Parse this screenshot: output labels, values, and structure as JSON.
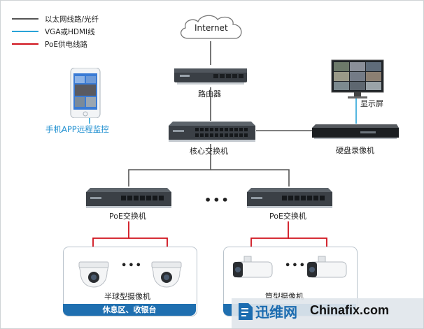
{
  "legend": {
    "items": [
      {
        "label": "以太网线路/光纤",
        "color": "#555555"
      },
      {
        "label": "VGA或HDMI线",
        "color": "#29a3d8"
      },
      {
        "label": "PoE供电线路",
        "color": "#d0111b"
      }
    ]
  },
  "nodes": {
    "internet": "Internet",
    "router": "路由器",
    "core_switch": "核心交换机",
    "phone_app": "手机APP远程监控",
    "monitor": "显示屏",
    "nvr": "硬盘录像机",
    "poe_switch_left": "PoE交换机",
    "poe_switch_right": "PoE交换机",
    "dome_camera": "半球型摄像机",
    "bullet_camera": "筒型摄像机"
  },
  "zones": {
    "left": "休息区、收银台",
    "right": ""
  },
  "ellipsis": "•••",
  "watermark": {
    "cn": "迅维网",
    "en": "Chinafix.com"
  },
  "colors": {
    "ethernet": "#555555",
    "hdmi": "#29a3d8",
    "poe": "#d0111b",
    "zone_bar": "#1f6fb0",
    "phone_label": "#1f8fd0"
  },
  "icons": {
    "cloud": "cloud-icon",
    "router": "router-icon",
    "switch": "switch-icon",
    "phone": "smartphone-icon",
    "monitor": "monitor-icon",
    "nvr": "nvr-icon",
    "dome": "dome-camera-icon",
    "bullet": "bullet-camera-icon"
  }
}
